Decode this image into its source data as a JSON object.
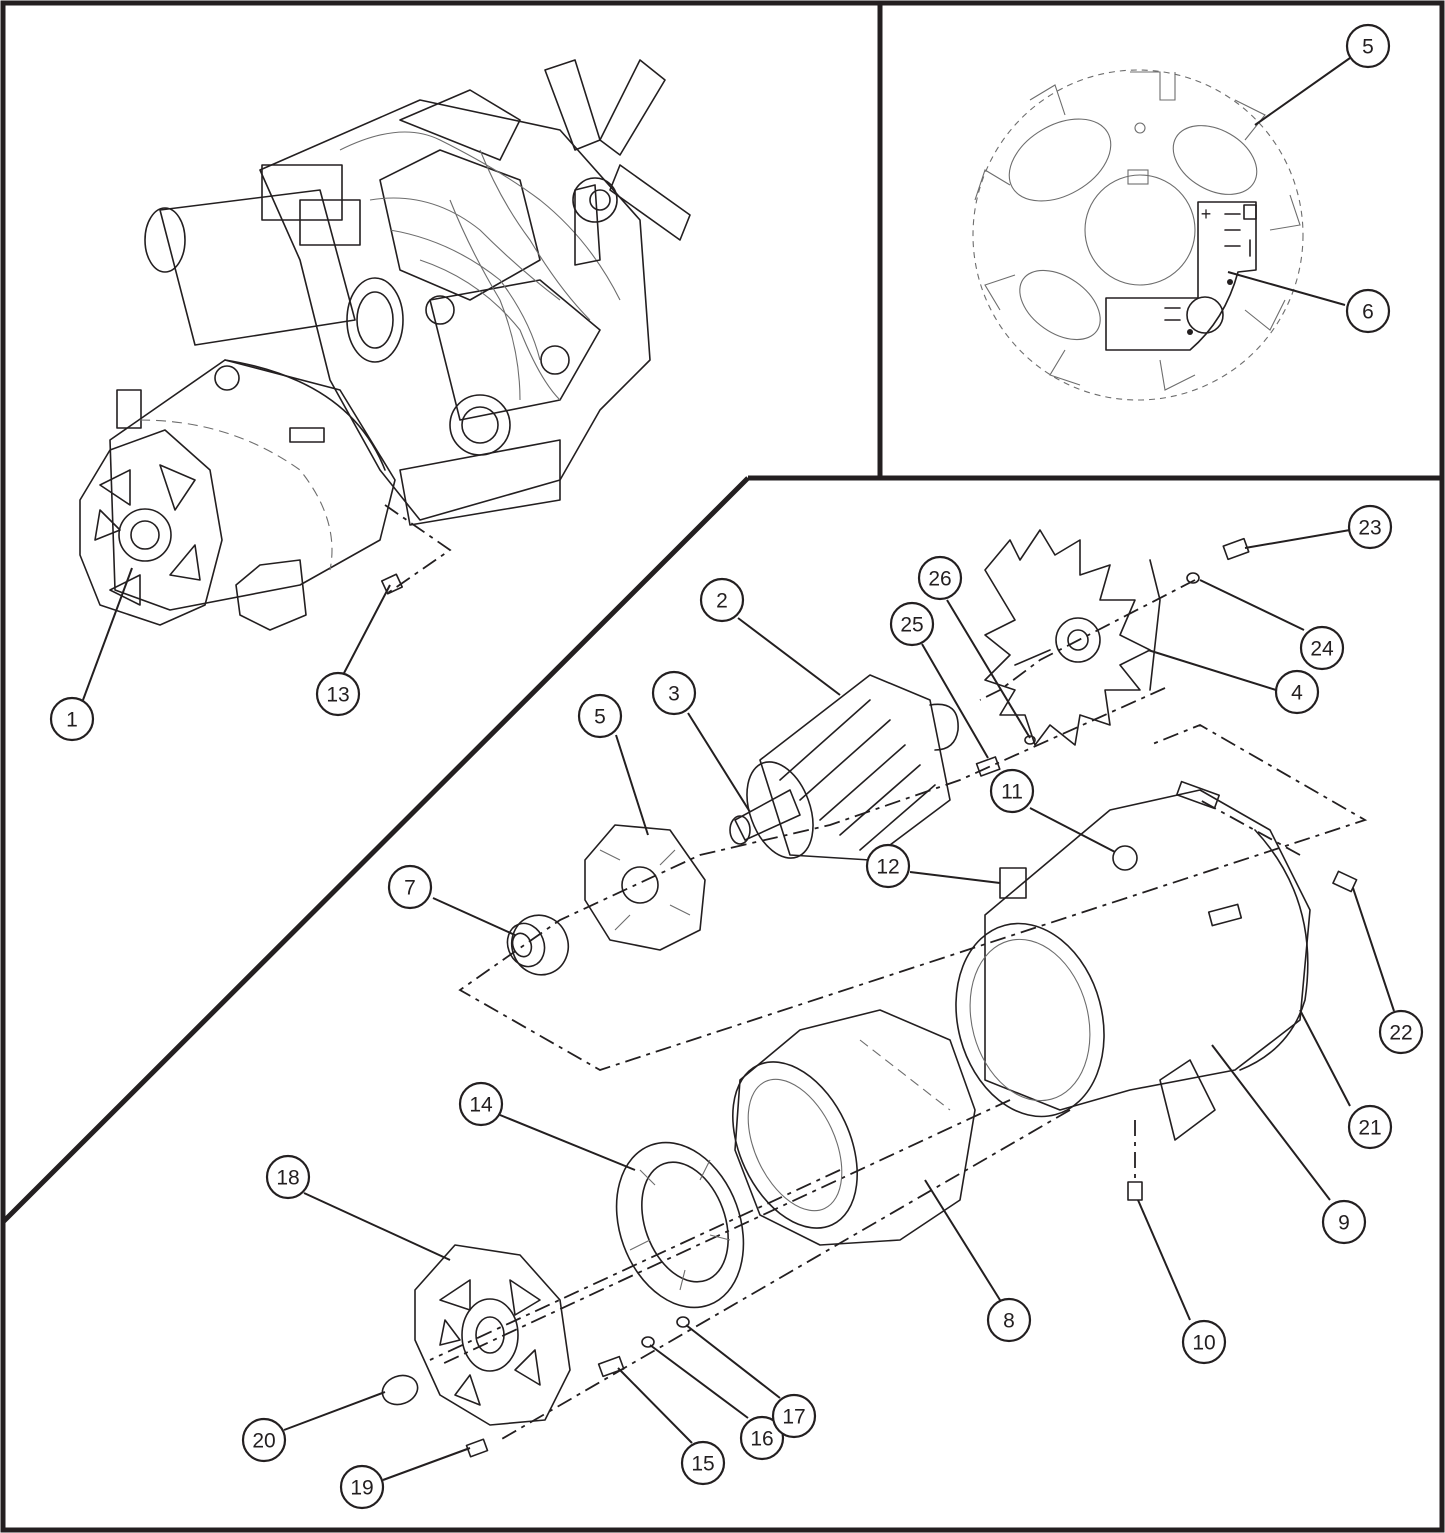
{
  "callouts": [
    {
      "id": "c1",
      "label": "1"
    },
    {
      "id": "c2",
      "label": "2"
    },
    {
      "id": "c3",
      "label": "3"
    },
    {
      "id": "c4",
      "label": "4"
    },
    {
      "id": "c5a",
      "label": "5"
    },
    {
      "id": "c5b",
      "label": "5"
    },
    {
      "id": "c6",
      "label": "6"
    },
    {
      "id": "c7",
      "label": "7"
    },
    {
      "id": "c8",
      "label": "8"
    },
    {
      "id": "c9",
      "label": "9"
    },
    {
      "id": "c10",
      "label": "10"
    },
    {
      "id": "c11",
      "label": "11"
    },
    {
      "id": "c12",
      "label": "12"
    },
    {
      "id": "c13",
      "label": "13"
    },
    {
      "id": "c14",
      "label": "14"
    },
    {
      "id": "c15",
      "label": "15"
    },
    {
      "id": "c16",
      "label": "16"
    },
    {
      "id": "c17",
      "label": "17"
    },
    {
      "id": "c18",
      "label": "18"
    },
    {
      "id": "c19",
      "label": "19"
    },
    {
      "id": "c20",
      "label": "20"
    },
    {
      "id": "c21",
      "label": "21"
    },
    {
      "id": "c22",
      "label": "22"
    },
    {
      "id": "c23",
      "label": "23"
    },
    {
      "id": "c24",
      "label": "24"
    },
    {
      "id": "c25",
      "label": "25"
    },
    {
      "id": "c26",
      "label": "26"
    }
  ],
  "pcb_marks": {
    "plus": "+",
    "minus": "-"
  }
}
